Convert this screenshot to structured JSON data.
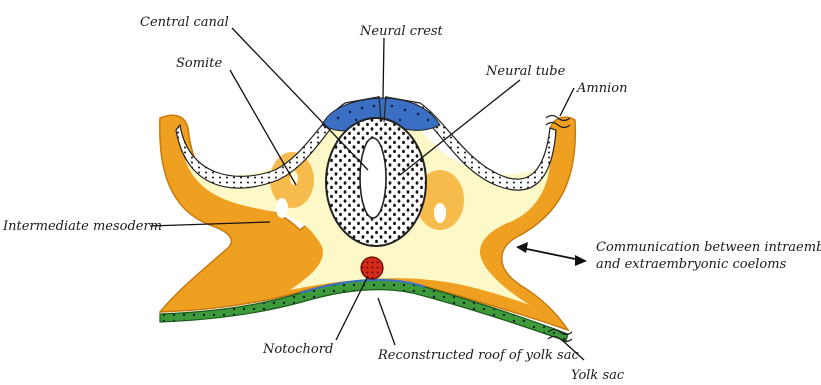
{
  "diagram": {
    "labels": {
      "central_canal": "Central canal",
      "neural_crest": "Neural crest",
      "somite": "Somite",
      "neural_tube": "Neural tube",
      "amnion": "Amnion",
      "intermediate_mesoderm": "Intermediate mesoderm",
      "communication_line1": "Communication between intraembryonic",
      "communication_line2": "and extraembryonic coeloms",
      "notochord": "Notochord",
      "reconstructed_roof": "Reconstructed roof of yolk sac",
      "yolk_sac": "Yolk sac"
    },
    "colors": {
      "mesoderm_orange": "#f0a020",
      "mesenchyme_cream": "#fdf8c8",
      "ectoderm_white": "#ffffff",
      "neural_crest_blue": "#3a6fc4",
      "endoderm_green": "#3e9b3a",
      "notochord_red": "#d42a1a",
      "outline": "#222222"
    }
  }
}
